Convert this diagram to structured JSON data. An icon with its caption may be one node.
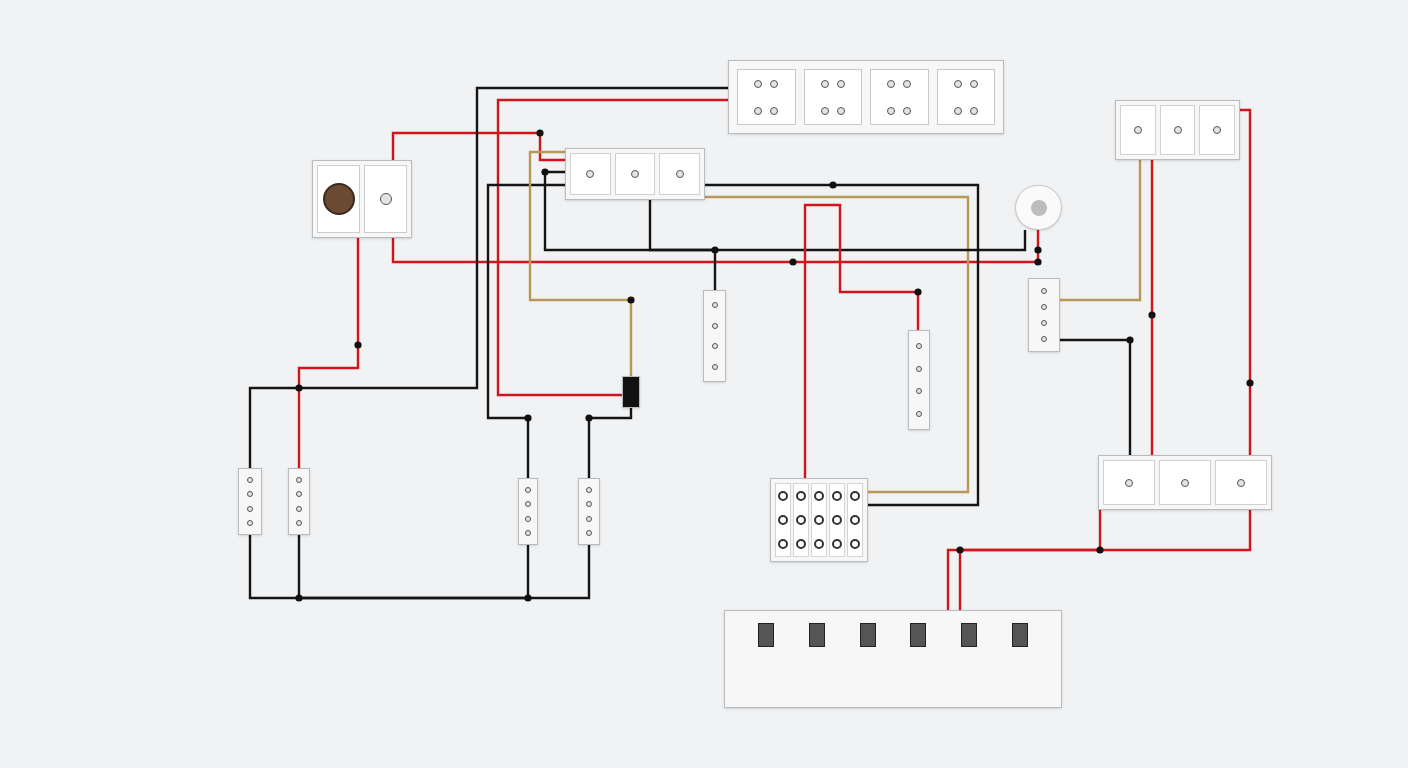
{
  "diagram": {
    "nodes": [
      {
        "text": [],
        "shape": "box"
      },
      {
        "text": [],
        "shape": "box"
      },
      {
        "text": [],
        "shape": "box"
      },
      {
        "text": [],
        "shape": "box"
      },
      {
        "text": [],
        "shape": "circle"
      },
      {
        "text": [],
        "shape": "box"
      },
      {
        "text": [],
        "shape": "box"
      },
      {
        "text": [],
        "shape": "box"
      },
      {
        "text": [],
        "shape": "box"
      },
      {
        "text": [],
        "shape": "box"
      },
      {
        "text": [],
        "shape": "box"
      },
      {
        "text": [],
        "shape": "box"
      },
      {
        "text": [],
        "shape": "box"
      },
      {
        "text": [],
        "shape": "box"
      },
      {
        "text": [],
        "shape": "box"
      },
      {
        "text": [],
        "shape": "box"
      }
    ],
    "edges": [
      {
        "from": 0,
        "to": 1,
        "arrow": "none",
        "color": "#d0161b"
      },
      {
        "from": 0,
        "to": 10,
        "arrow": "none",
        "color": "#d0161b"
      },
      {
        "from": 0,
        "to": 4,
        "arrow": "none",
        "color": "#d0161b"
      },
      {
        "from": 2,
        "to": 9,
        "arrow": "none",
        "color": "#151515"
      },
      {
        "from": 2,
        "to": 8,
        "arrow": "none",
        "color": "#d0161b"
      },
      {
        "from": 1,
        "to": 13,
        "arrow": "none",
        "color": "#151515"
      },
      {
        "from": 1,
        "to": 13,
        "arrow": "none",
        "color": "#b8975a"
      },
      {
        "from": 1,
        "to": 4,
        "arrow": "none",
        "color": "#151515"
      },
      {
        "from": 1,
        "to": 6,
        "arrow": "none",
        "color": "#151515"
      },
      {
        "from": 5,
        "to": 14,
        "arrow": "none",
        "color": "#151515"
      },
      {
        "from": 3,
        "to": 5,
        "arrow": "none",
        "color": "#b8975a"
      },
      {
        "from": 3,
        "to": 14,
        "arrow": "none",
        "color": "#d0161b"
      },
      {
        "from": 3,
        "to": 14,
        "arrow": "none",
        "color": "#d0161b"
      },
      {
        "from": 14,
        "to": 15,
        "arrow": "none",
        "color": "#d0161b"
      },
      {
        "from": 14,
        "to": 15,
        "arrow": "none",
        "color": "#d0161b"
      },
      {
        "from": 9,
        "to": 11,
        "arrow": "none",
        "color": "#151515"
      },
      {
        "from": 12,
        "to": 10,
        "arrow": "none",
        "color": "#151515"
      },
      {
        "from": 1,
        "to": 11,
        "arrow": "none",
        "color": "#151515"
      },
      {
        "from": 8,
        "to": 12,
        "arrow": "none",
        "color": "#151515"
      },
      {
        "from": 1,
        "to": 8,
        "arrow": "none",
        "color": "#b8975a"
      },
      {
        "from": 13,
        "to": 7,
        "arrow": "none",
        "color": "#d0161b"
      }
    ]
  }
}
